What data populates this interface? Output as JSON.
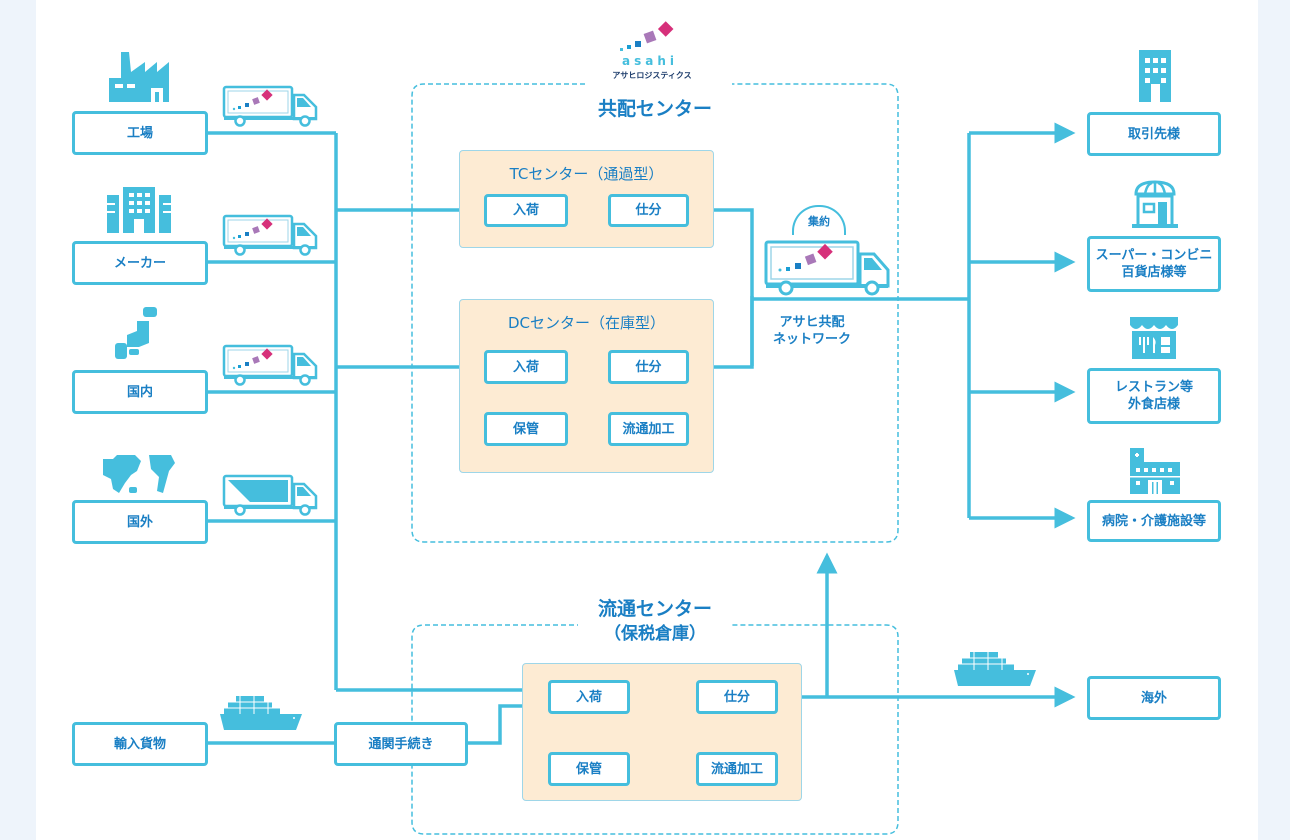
{
  "colors": {
    "line": "#45BEDD",
    "text": "#1A7FC4",
    "panel_fill": "#FDEBD3",
    "side_background": "#EEF4FB",
    "logo_pink": "#D6307A",
    "logo_purple": "#A978B8",
    "logo_blue": "#1A7FC4"
  },
  "logo": {
    "wordmark": "asahi",
    "subtitle": "アサヒロジスティクス"
  },
  "sources": [
    {
      "label": "工場",
      "icon": "factory-icon",
      "transport": "truck-icon"
    },
    {
      "label": "メーカー",
      "icon": "office-building-icon",
      "transport": "truck-icon"
    },
    {
      "label": "国内",
      "icon": "japan-map-icon",
      "transport": "truck-icon"
    },
    {
      "label": "国外",
      "icon": "world-map-icon",
      "transport": "container-truck-icon"
    }
  ],
  "import": {
    "cargo_label": "輸入貨物",
    "transport": "ship-icon",
    "customs_label": "通関手続き"
  },
  "kyohai_center": {
    "title": "共配センター",
    "tc": {
      "title": "TCセンター（通過型）",
      "receive": "入荷",
      "sort": "仕分"
    },
    "dc": {
      "title": "DCセンター（在庫型）",
      "receive": "入荷",
      "sort": "仕分",
      "store": "保管",
      "process": "流通加工"
    }
  },
  "network": {
    "badge": "集約",
    "label_line1": "アサヒ共配",
    "label_line2": "ネットワーク"
  },
  "ryutsu_center": {
    "title_line1": "流通センター",
    "title_line2": "（保税倉庫）",
    "receive": "入荷",
    "sort": "仕分",
    "store": "保管",
    "process": "流通加工"
  },
  "destinations": [
    {
      "label_line1": "取引先様",
      "label_line2": "",
      "icon": "office-building-icon"
    },
    {
      "label_line1": "スーパー・コンビニ",
      "label_line2": "百貨店様等",
      "icon": "store-icon"
    },
    {
      "label_line1": "レストラン等",
      "label_line2": "外食店様",
      "icon": "restaurant-icon"
    },
    {
      "label_line1": "病院・介護施設等",
      "label_line2": "",
      "icon": "hospital-icon"
    }
  ],
  "overseas": {
    "label": "海外",
    "transport": "ship-icon"
  }
}
